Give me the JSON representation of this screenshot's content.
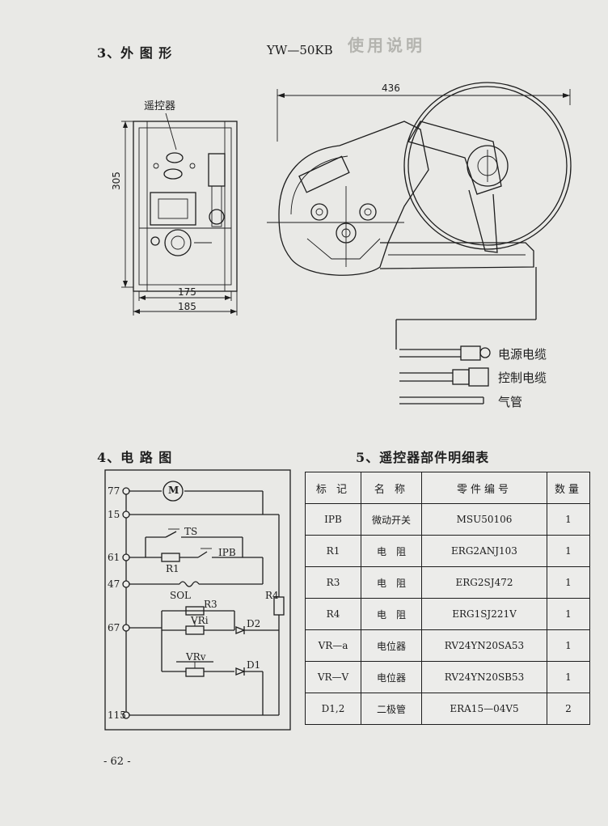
{
  "section3": {
    "title": "3、外 图 形",
    "model": "YW—50KB",
    "remote_label": "遥控器",
    "dim_height": "305",
    "dim_width_inner": "175",
    "dim_width_outer": "185",
    "dim_length": "436",
    "cables": [
      {
        "label": "电源电缆"
      },
      {
        "label": "控制电缆"
      },
      {
        "label": "气管"
      }
    ]
  },
  "section4": {
    "title": "4、电 路 图",
    "terminals": [
      "77",
      "15",
      "61",
      "47",
      "67",
      "115"
    ],
    "components": {
      "motor": "M",
      "ts": "TS",
      "r1": "R1",
      "ipb": "IPB",
      "sol": "SOL",
      "r3": "R3",
      "r4": "R4",
      "vri": "VRi",
      "vrv": "VRv",
      "d1": "D1",
      "d2": "D2"
    }
  },
  "section5": {
    "title": "5、遥控器部件明细表",
    "headers": [
      "标 记",
      "名 称",
      "零件编号",
      "数量"
    ],
    "rows": [
      [
        "IPB",
        "微动开关",
        "MSU50106",
        "1"
      ],
      [
        "R1",
        "电　阻",
        "ERG2ANJ103",
        "1"
      ],
      [
        "R3",
        "电　阻",
        "ERG2SJ472",
        "1"
      ],
      [
        "R4",
        "电　阻",
        "ERG1SJ221V",
        "1"
      ],
      [
        "VR—a",
        "电位器",
        "RV24YN20SA53",
        "1"
      ],
      [
        "VR—V",
        "电位器",
        "RV24YN20SB53",
        "1"
      ],
      [
        "D1,2",
        "二极管",
        "ERA15—04V5",
        "2"
      ]
    ]
  },
  "background_text": "使用说明",
  "page_number": "- 62 -"
}
